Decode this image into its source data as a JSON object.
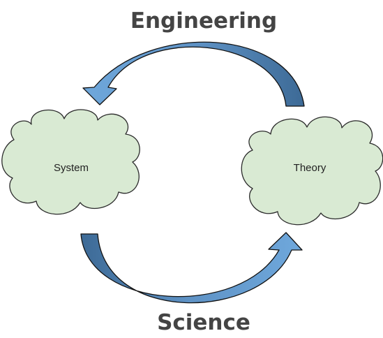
{
  "labels": {
    "top": "Engineering",
    "bottom": "Science"
  },
  "nodes": {
    "left": "System",
    "right": "Theory"
  },
  "colors": {
    "cloud_fill": "#d9ead3",
    "cloud_stroke": "#2b2b2b",
    "arrow_light": "#6fa8dc",
    "arrow_dark": "#3d6a96",
    "arrow_stroke": "#111111",
    "heading_text": "#444444"
  }
}
